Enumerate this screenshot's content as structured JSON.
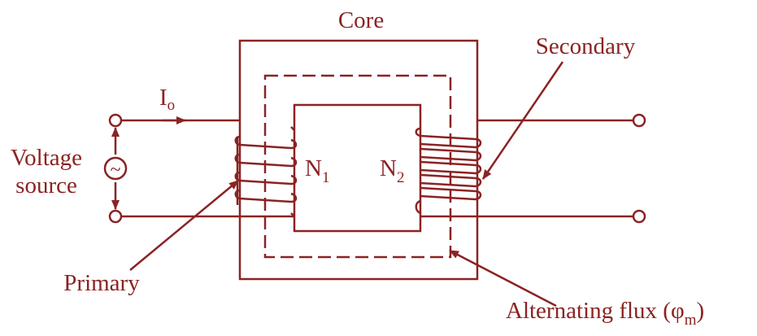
{
  "labels": {
    "core": "Core",
    "secondary": "Secondary",
    "primary": "Primary",
    "voltage_source_line1": "Voltage",
    "voltage_source_line2": "source",
    "current_symbol": "I",
    "current_subscript": "o",
    "n1": "N",
    "n1_sub": "1",
    "n2": "N",
    "n2_sub": "2",
    "flux_text": "Alternating flux (",
    "flux_phi": "φ",
    "flux_sub": "m",
    "flux_close": ")",
    "ac_symbol": "~"
  },
  "colors": {
    "stroke": "#8B2323"
  },
  "icons": {
    "voltage_source": "ac-source-icon",
    "terminals": "terminal-circle-icon"
  }
}
